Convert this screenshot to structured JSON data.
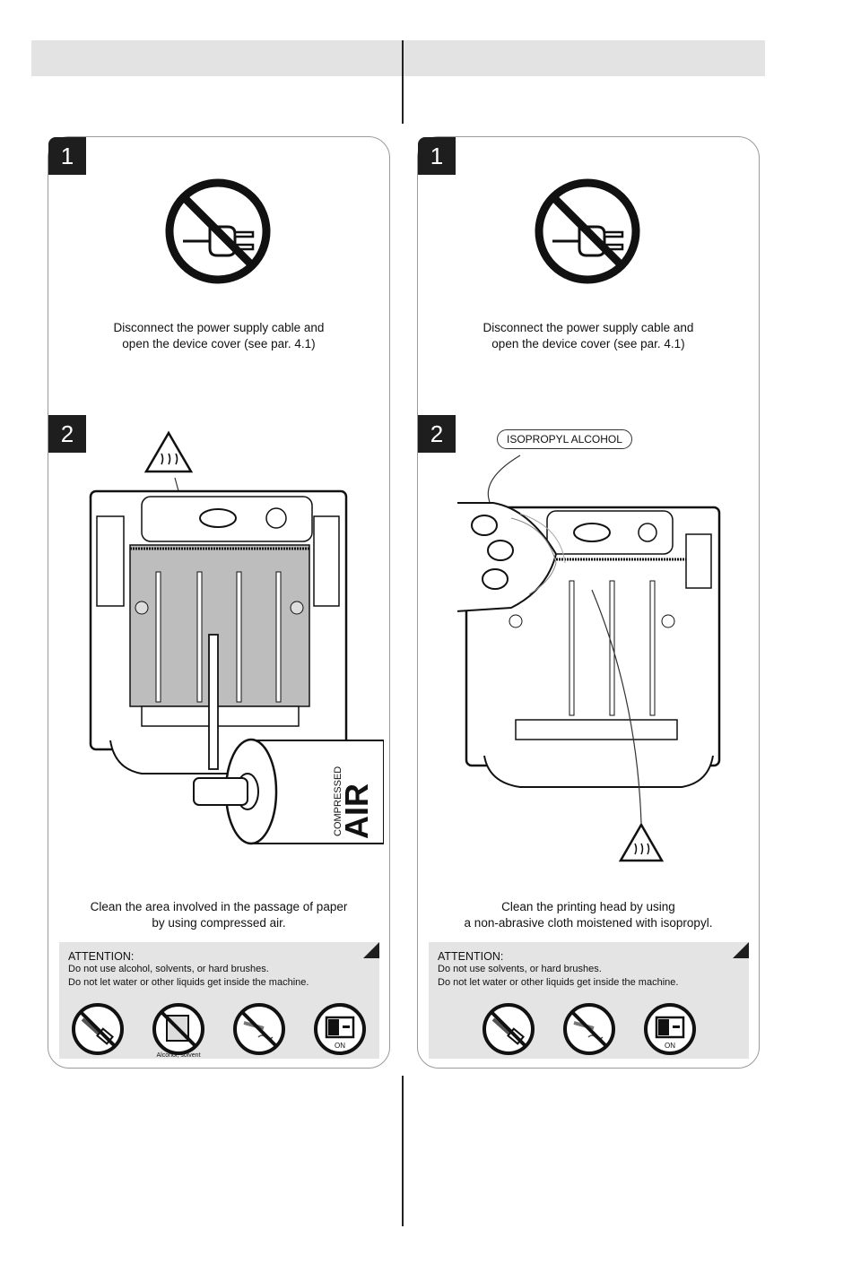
{
  "left": {
    "step1": {
      "number": "1",
      "caption_line1": "Disconnect the power supply cable and",
      "caption_line2": "open the device cover (see par. 4.1)"
    },
    "step2": {
      "number": "2",
      "can_text1": "COMPRESSED",
      "can_text2": "AIR",
      "caption_line1": "Clean the area involved in the passage of paper",
      "caption_line2": "by using compressed air."
    },
    "attention": {
      "title": "ATTENTION:",
      "line1": "Do not use alcohol, solvents, or hard brushes.",
      "line2": "Do not let water or other liquids get inside the machine.",
      "icons": [
        "no-brush-icon",
        "no-alcohol-icon",
        "no-water-icon",
        "power-switch-icon"
      ],
      "icon_sub_alcohol": "Alcohol, solvent",
      "icon_sub_switch": "ON"
    }
  },
  "right": {
    "step1": {
      "number": "1",
      "caption_line1": "Disconnect the power supply cable and",
      "caption_line2": "open the device cover (see par. 4.1)"
    },
    "step2": {
      "number": "2",
      "tag": "ISOPROPYL ALCOHOL",
      "caption_line1": "Clean the printing head by using",
      "caption_line2": "a non-abrasive cloth moistened with isopropyl."
    },
    "attention": {
      "title": "ATTENTION:",
      "line1": "Do not use solvents, or hard brushes.",
      "line2": "Do not let water or other liquids get inside the machine.",
      "icons": [
        "no-brush-icon",
        "no-water-icon",
        "power-switch-icon"
      ],
      "icon_sub_switch": "ON"
    }
  }
}
